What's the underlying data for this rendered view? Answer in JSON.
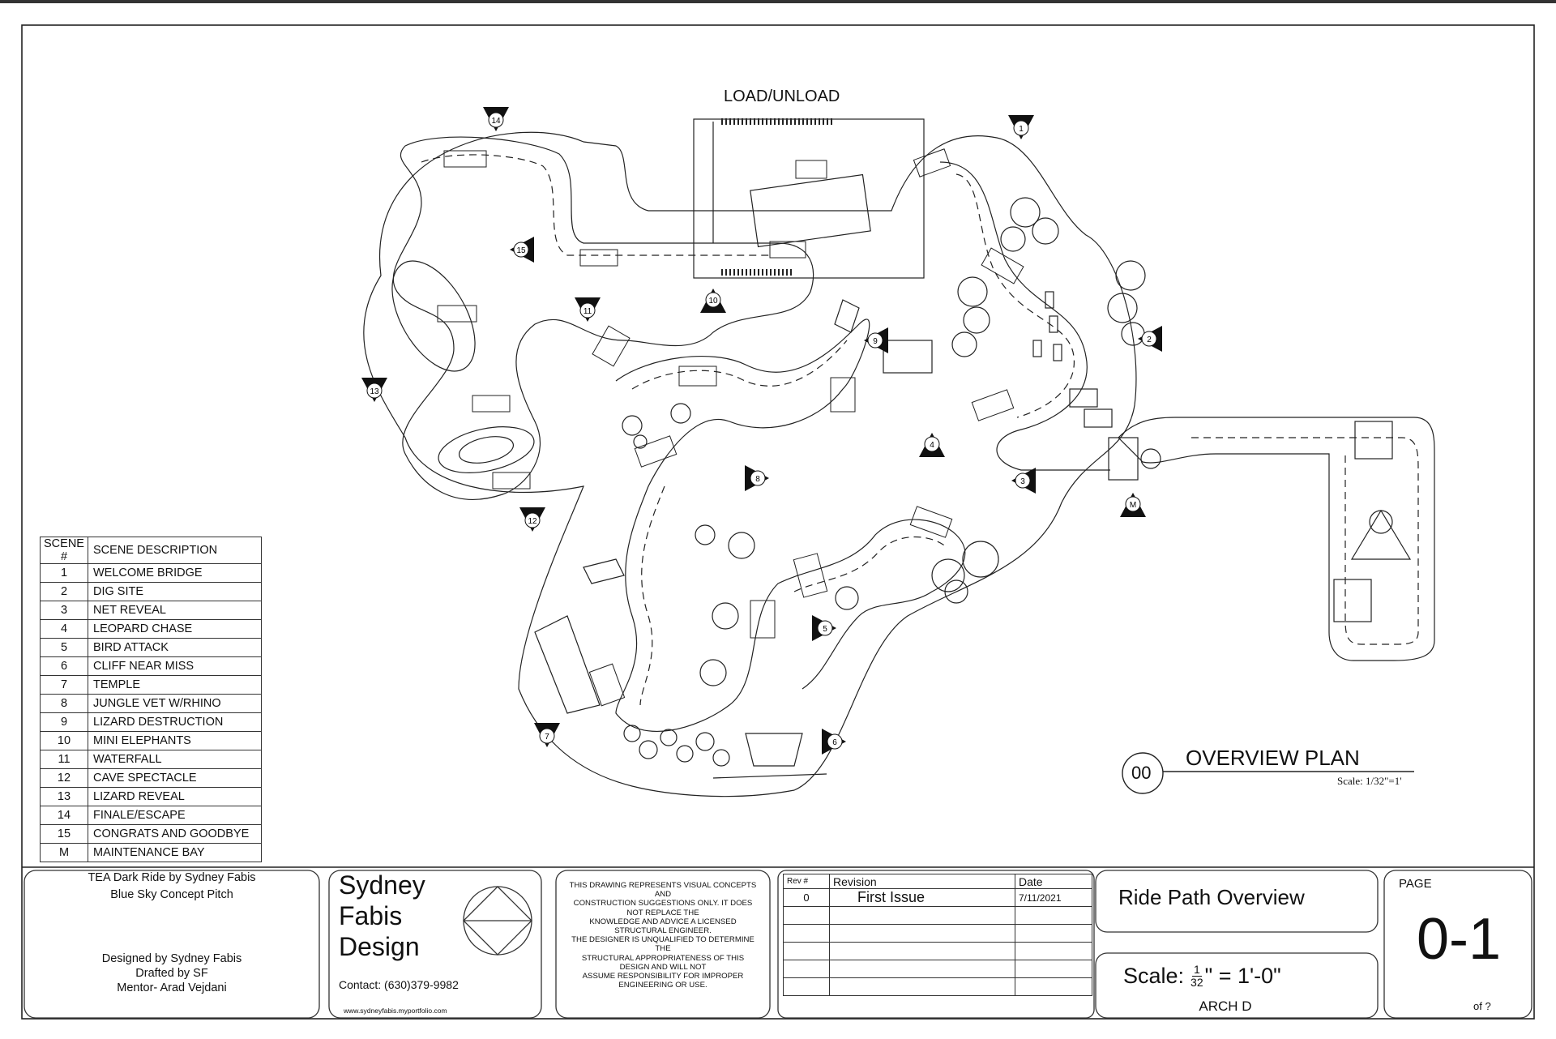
{
  "plan": {
    "load_label": "LOAD/UNLOAD",
    "view_number": "00",
    "view_title": "OVERVIEW PLAN",
    "view_scale": "Scale: 1/32\"=1'",
    "markers": [
      "1",
      "2",
      "3",
      "4",
      "5",
      "6",
      "7",
      "8",
      "9",
      "10",
      "11",
      "12",
      "13",
      "14",
      "15",
      "M"
    ]
  },
  "legend": {
    "header_num": "SCENE #",
    "header_desc": "SCENE DESCRIPTION",
    "rows": [
      {
        "num": "1",
        "desc": "WELCOME BRIDGE"
      },
      {
        "num": "2",
        "desc": "DIG SITE"
      },
      {
        "num": "3",
        "desc": "NET REVEAL"
      },
      {
        "num": "4",
        "desc": "LEOPARD CHASE"
      },
      {
        "num": "5",
        "desc": "BIRD ATTACK"
      },
      {
        "num": "6",
        "desc": "CLIFF NEAR MISS"
      },
      {
        "num": "7",
        "desc": "TEMPLE"
      },
      {
        "num": "8",
        "desc": "JUNGLE VET W/RHINO"
      },
      {
        "num": "9",
        "desc": "LIZARD DESTRUCTION"
      },
      {
        "num": "10",
        "desc": "MINI ELEPHANTS"
      },
      {
        "num": "11",
        "desc": "WATERFALL"
      },
      {
        "num": "12",
        "desc": "CAVE SPECTACLE"
      },
      {
        "num": "13",
        "desc": "LIZARD REVEAL"
      },
      {
        "num": "14",
        "desc": "FINALE/ESCAPE"
      },
      {
        "num": "15",
        "desc": "CONGRATS AND GOODBYE"
      },
      {
        "num": "M",
        "desc": "MAINTENANCE BAY"
      }
    ]
  },
  "titleblock": {
    "project_line1": "TEA Dark Ride by Sydney Fabis",
    "project_line2": "Blue Sky Concept Pitch",
    "designed_by": "Designed by Sydney Fabis",
    "drafted_by": "Drafted by SF",
    "mentor": "Mentor- Arad Vejdani",
    "firm_line1": "Sydney",
    "firm_line2": "Fabis",
    "firm_line3": "Design",
    "contact": "Contact: (630)379-9982",
    "website": "www.sydneyfabis.myportfolio.com",
    "disclaimer": [
      "THIS DRAWING REPRESENTS VISUAL CONCEPTS",
      "AND",
      "CONSTRUCTION SUGGESTIONS ONLY. IT DOES",
      "NOT REPLACE THE",
      "KNOWLEDGE AND ADVICE A LICENSED",
      "STRUCTURAL ENGINEER.",
      "THE DESIGNER IS UNQUALIFIED TO DETERMINE",
      "THE",
      "STRUCTURAL APPROPRIATENESS OF THIS",
      "DESIGN AND WILL NOT",
      "ASSUME RESPONSIBILITY FOR IMPROPER",
      "ENGINEERING OR USE."
    ],
    "rev_header_num": "Rev #",
    "rev_header_desc": "Revision",
    "rev_header_date": "Date",
    "rev_num": "0",
    "rev_desc": "First Issue",
    "rev_date": "7/11/2021",
    "sheet_title": "Ride Path Overview",
    "scale_prefix": "Scale:",
    "scale_num": "1",
    "scale_den": "32",
    "scale_suffix": "\" = 1'-0\"",
    "paper_size": "ARCH D",
    "page_label": "PAGE",
    "page_number": "0-1",
    "of_label": "of ?"
  }
}
